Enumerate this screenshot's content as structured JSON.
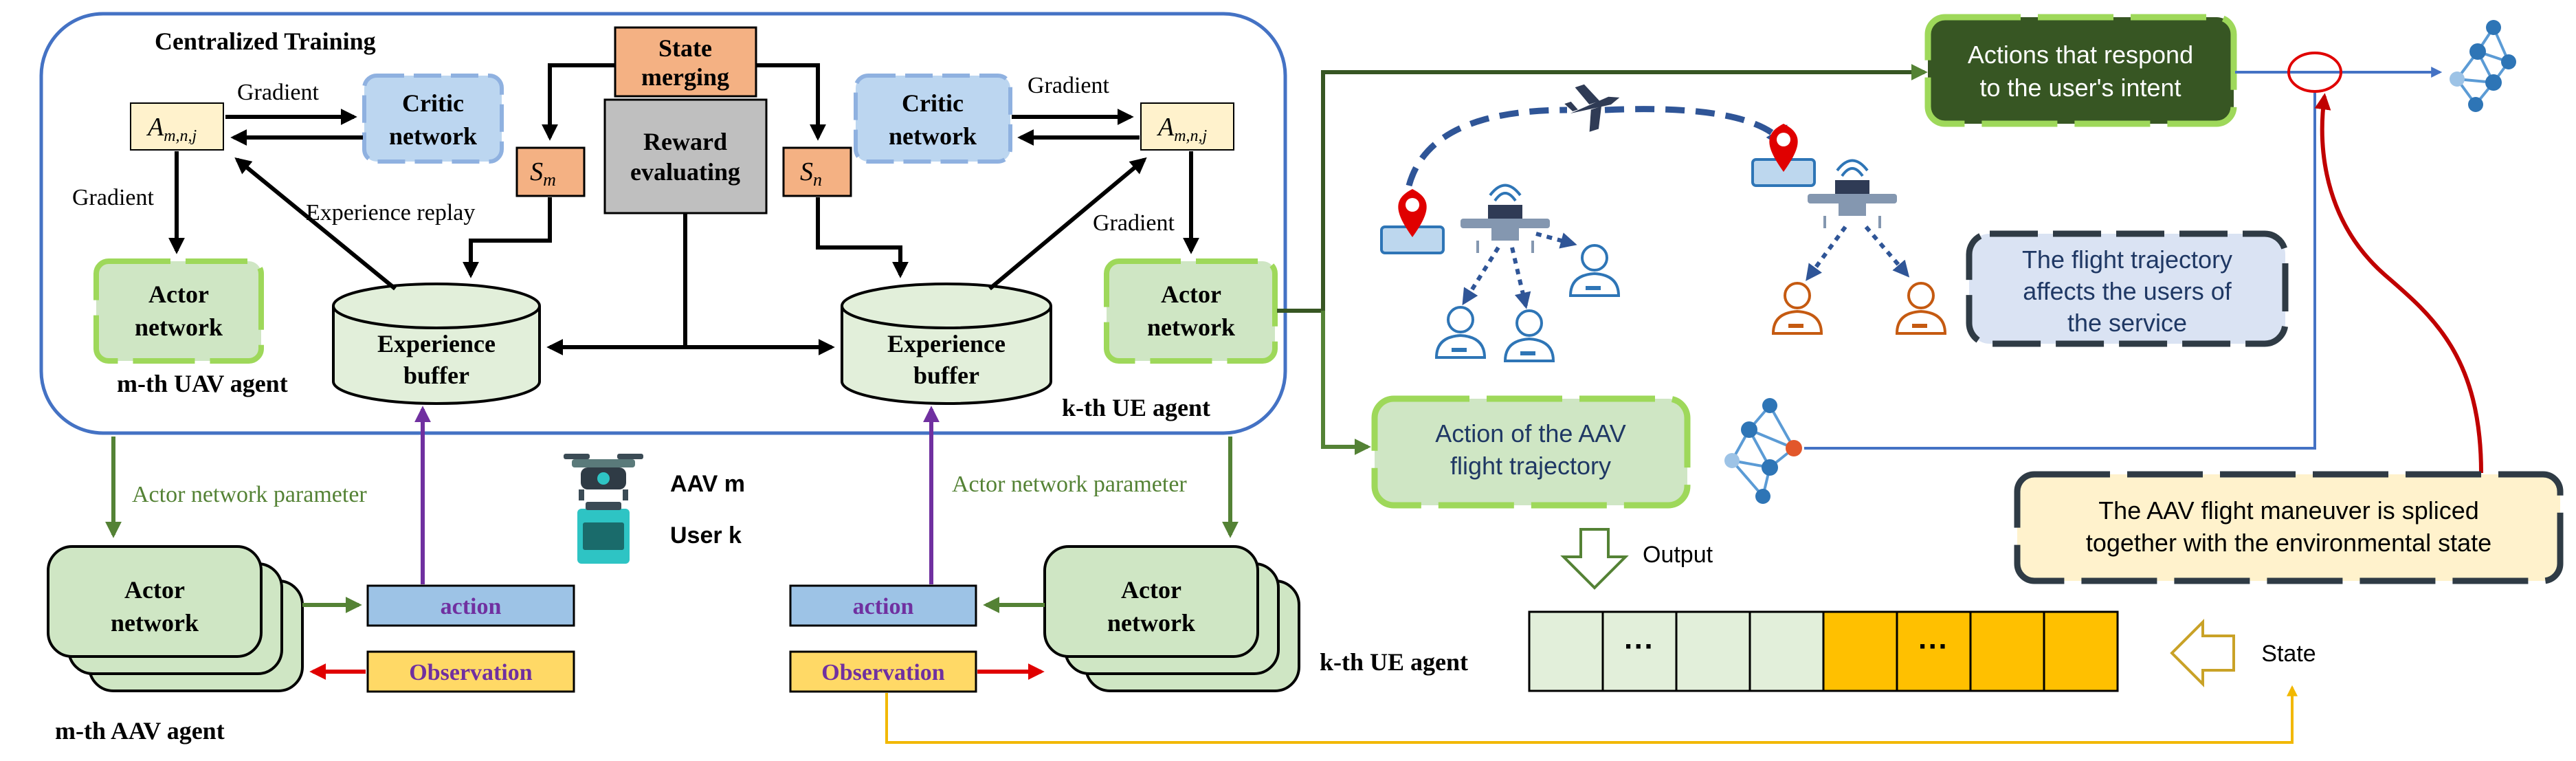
{
  "centralized_training": {
    "title": "Centralized Training"
  },
  "state_merging": {
    "line1": "State",
    "line2": "merging"
  },
  "reward_evaluating": {
    "line1": "Reward",
    "line2": "evaluating"
  },
  "critic_network": {
    "line1": "Critic",
    "line2": "network"
  },
  "actor_network": {
    "line1": "Actor",
    "line2": "network"
  },
  "experience_buffer": {
    "line1": "Experience",
    "line2": "buffer"
  },
  "agent_action": {
    "A": "A",
    "subscript": "m,n,j"
  },
  "state_m": {
    "S": "S",
    "sub": "m"
  },
  "state_n": {
    "S": "S",
    "sub": "n"
  },
  "labels": {
    "gradient": "Gradient",
    "experience_replay": "Experience replay",
    "m_th_uav_agent": "m-th UAV agent",
    "k_th_ue_agent": "k-th UE agent",
    "m_th_aav_agent": "m-th AAV agent",
    "actor_network_parameter": "Actor network parameter",
    "action": "action",
    "observation": "Observation",
    "aav_m": "AAV m",
    "user_k": "User k",
    "output": "Output",
    "state": "State",
    "ellipsis": "···"
  },
  "right_panel": {
    "actions_intent": {
      "line1": "Actions that respond",
      "line2": "to the user's intent"
    },
    "flight_trajectory_affects": {
      "line1": "The flight trajectory",
      "line2": "affects the users of",
      "line3": "the service"
    },
    "action_aav_trajectory": {
      "line1": "Action of the AAV",
      "line2": "flight trajectory"
    },
    "maneuver_spliced": {
      "line1": "The AAV flight maneuver is spliced",
      "line2": "together with the environmental state"
    }
  },
  "colors": {
    "critic_fill": "#bcd6f0",
    "critic_border": "#8fb1e0",
    "actor_fill": "#cfe6c4",
    "actor_border": "#9ed85a",
    "state_fill": "#f4b183",
    "reward_fill": "#bfbfbf",
    "amnj_fill": "#fff2cc",
    "action_fill": "#9dc3e6",
    "observation_fill": "#ffd966",
    "purple_text": "#7030a0",
    "green_arrow": "#548235",
    "purple_arrow": "#7030a0",
    "red_arrow": "#e00000",
    "yellow_line": "#f2b800",
    "blue_line": "#4472c4",
    "dark_green_box": "#375623",
    "vector_light": "#e2efda",
    "vector_orange": "#ffc000",
    "dark_red_curve": "#c00000"
  }
}
